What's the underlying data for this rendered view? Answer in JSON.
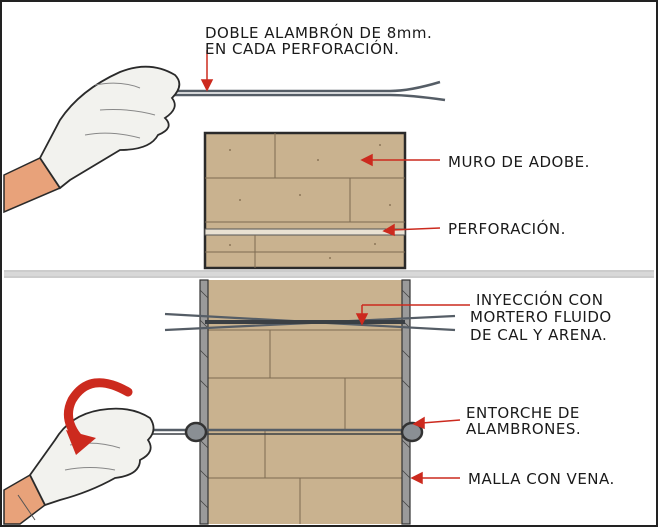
{
  "top_label": {
    "line1": "DOBLE ALAMBRÓN DE 8mm.",
    "line2": "EN CADA PERFORACIÓN."
  },
  "labels": {
    "muro": "MURO DE ADOBE.",
    "perforacion": "PERFORACIÓN.",
    "inyeccion_1": "INYECCIÓN CON",
    "inyeccion_2": "MORTERO FLUIDO",
    "inyeccion_3": "DE CAL Y ARENA.",
    "entorche_1": "ENTORCHE DE",
    "entorche_2": "ALAMBRONES.",
    "malla": "MALLA CON VENA."
  },
  "colors": {
    "adobe": "#c9b28f",
    "mortar_line": "#7d6b52",
    "glove": "#f2f2ee",
    "skin": "#e8a27a",
    "arrow_red": "#cc2a1e",
    "wire": "#555d66",
    "divider": "#d8d8d8"
  },
  "icons": {
    "top_hand": "gloved-hand-holding-wire-icon",
    "bottom_hand": "gloved-hand-twisting-wire-icon",
    "twist_arrow": "curved-twist-arrow-icon"
  }
}
